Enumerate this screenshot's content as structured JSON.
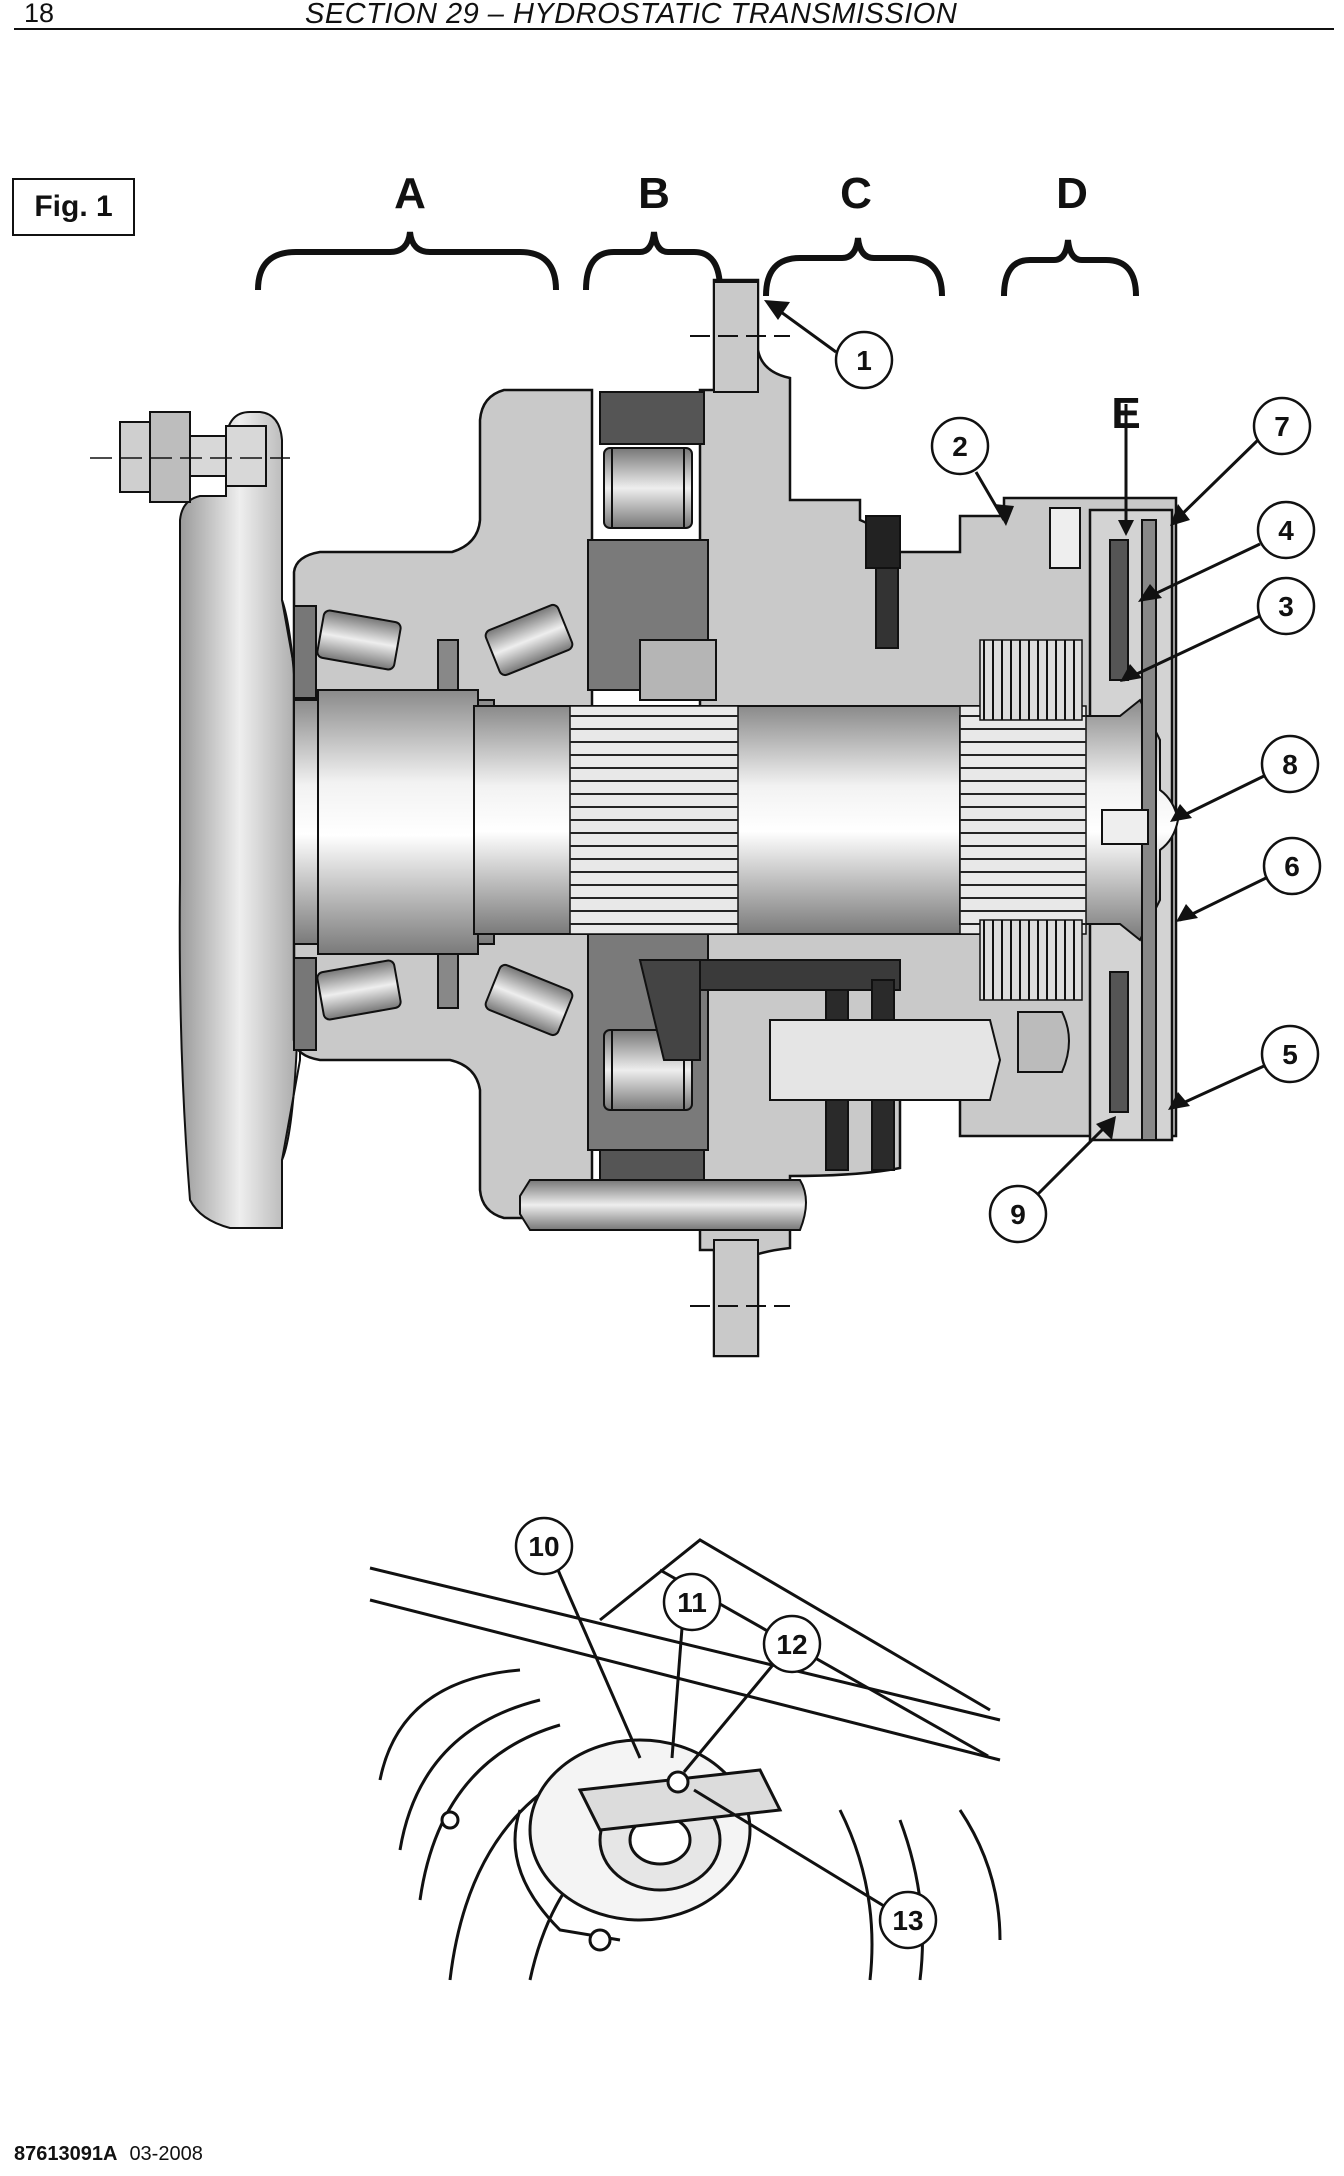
{
  "header": {
    "page_number": "18",
    "section_title": "SECTION 29 – HYDROSTATIC TRANSMISSION"
  },
  "figure": {
    "label": "Fig. 1",
    "section_letters": [
      "A",
      "B",
      "C",
      "D"
    ],
    "letter_e": "E",
    "callouts_top": [
      "1",
      "2",
      "7",
      "4",
      "3",
      "8",
      "6",
      "5",
      "9"
    ],
    "callouts_bottom": [
      "10",
      "11",
      "12",
      "13"
    ]
  },
  "footer": {
    "document_code": "87613091A",
    "date": "03-2008"
  }
}
